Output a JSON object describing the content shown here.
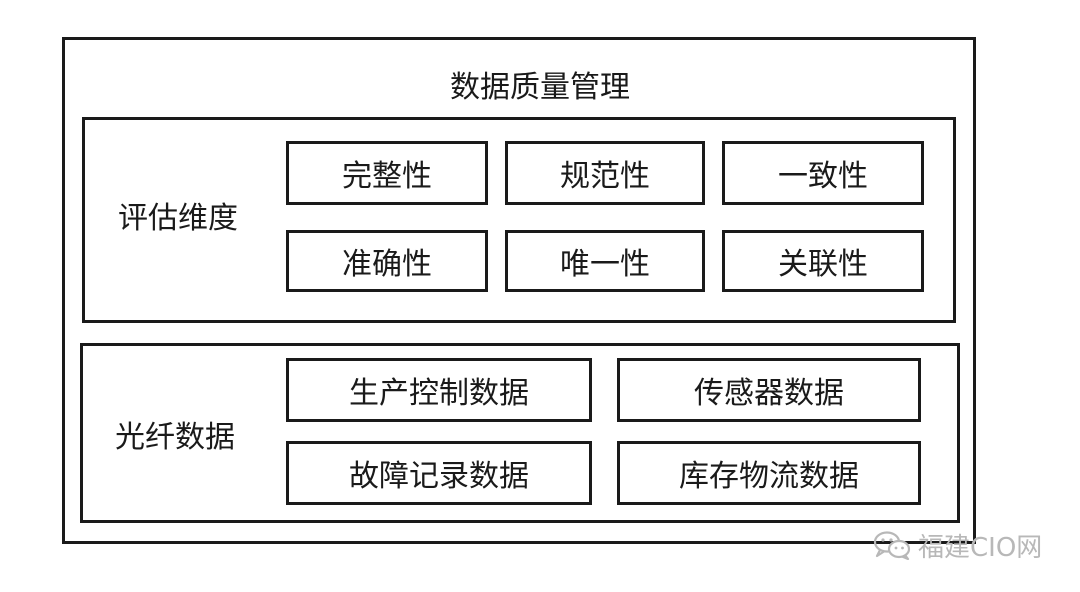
{
  "diagram": {
    "title": "数据质量管理",
    "assessment": {
      "label": "评估维度",
      "items": [
        "完整性",
        "规范性",
        "一致性",
        "准确性",
        "唯一性",
        "关联性"
      ]
    },
    "sources": {
      "label": "光纤数据",
      "items": [
        "生产控制数据",
        "传感器数据",
        "故障记录数据",
        "库存物流数据"
      ]
    }
  },
  "watermark": {
    "text": "福建CIO网",
    "icon": "wechat-icon"
  }
}
